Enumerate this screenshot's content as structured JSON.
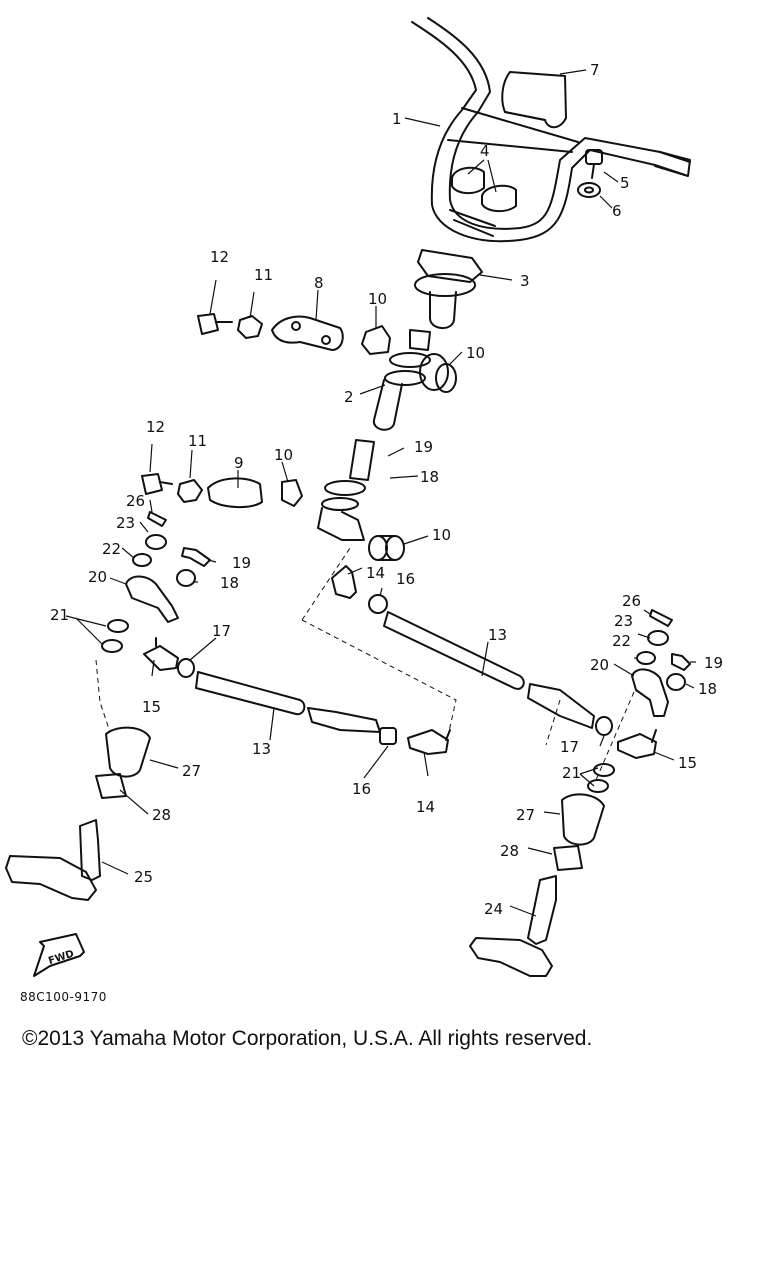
{
  "diagram": {
    "fwd_label": "FWD",
    "drawing_code": "88C100-9170",
    "copyright": "©2013 Yamaha Motor Corporation, U.S.A. All rights reserved.",
    "callouts": [
      "1",
      "2",
      "3",
      "4",
      "5",
      "6",
      "7",
      "8",
      "9",
      "10",
      "11",
      "12",
      "13",
      "14",
      "15",
      "16",
      "17",
      "18",
      "19",
      "20",
      "21",
      "22",
      "23",
      "24",
      "25",
      "26",
      "27",
      "28"
    ]
  }
}
